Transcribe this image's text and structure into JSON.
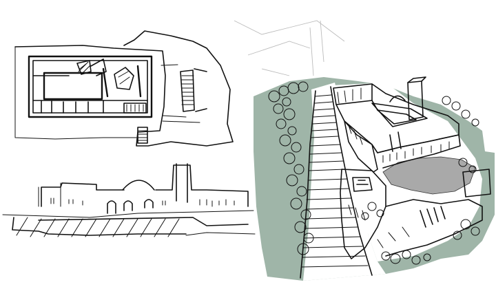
{
  "artwork": {
    "style": "architectural pen sketches",
    "colors": {
      "paper": "#ffffff",
      "ink": "#111111",
      "green_wash": "#9fb5a8",
      "grey_wash": "#a9a9a9"
    },
    "panels": [
      {
        "name": "site-plan-sketch"
      },
      {
        "name": "elevation-sketch"
      },
      {
        "name": "aerial-perspective-sketch"
      }
    ]
  }
}
